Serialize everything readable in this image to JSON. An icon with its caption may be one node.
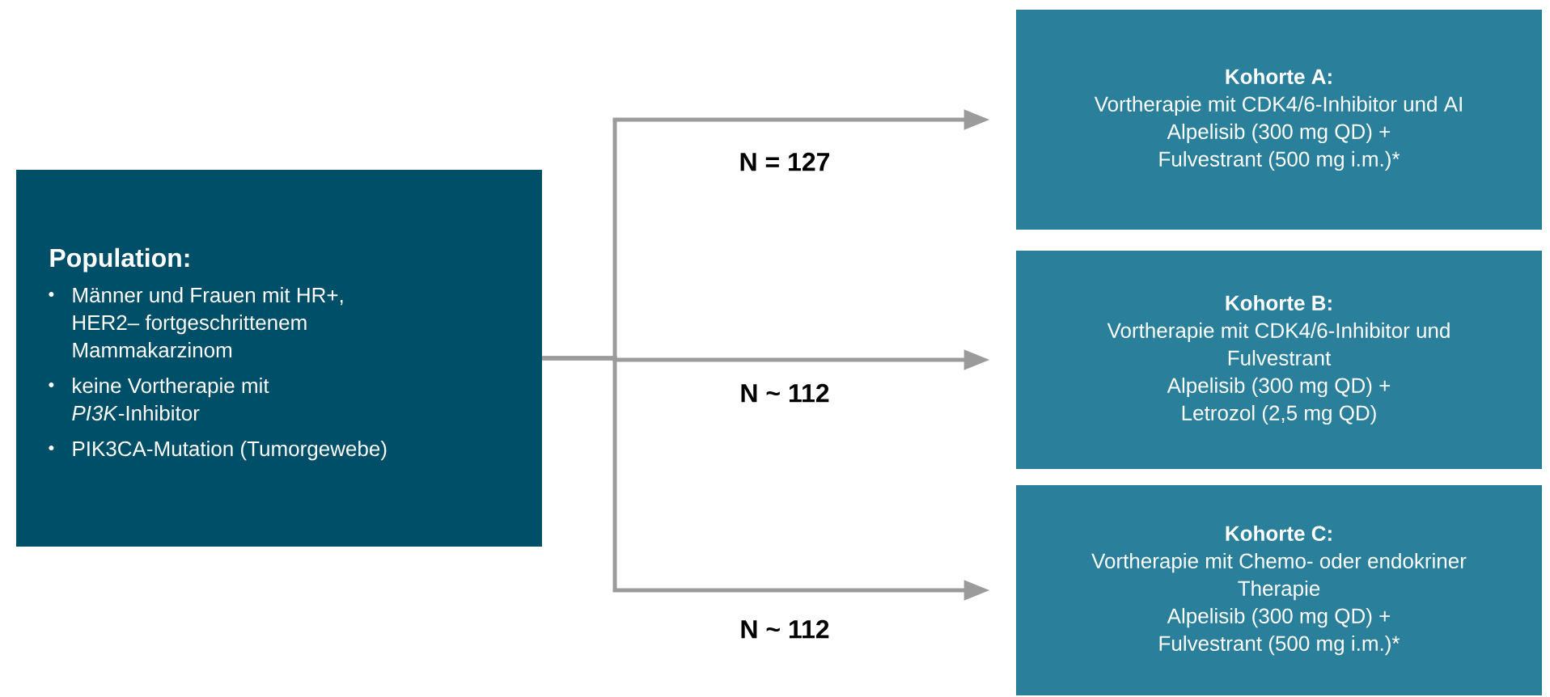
{
  "diagram": {
    "nodes": [
      {
        "text": [
          "Population:",
          "Männer und Frauen mit HR+, HER2– fortgeschrittenem Mammakarzinom",
          "keine Vortherapie mit *PI3K*-Inhibitor",
          "PIK3CA-Mutation (Tumorgewebe)"
        ]
      },
      {
        "text": [
          "Kohorte A:",
          "Vortherapie mit CDK4/6-Inhibitor und AI",
          "Alpelisib (300 mg QD) + Fulvestrant (500 mg i.m.)*"
        ]
      },
      {
        "text": [
          "Kohorte B:",
          "Vortherapie mit CDK4/6-Inhibitor und Fulvestrant",
          "Alpelisib (300 mg QD) + Letrozol (2,5 mg QD)"
        ]
      },
      {
        "text": [
          "Kohorte C:",
          "Vortherapie mit Chemo- oder endokriner Therapie",
          "Alpelisib (300 mg QD) + Fulvestrant (500 mg i.m.)*"
        ]
      }
    ],
    "edges": [
      {
        "from": 0,
        "to": 1,
        "arrow": "to",
        "label": "N = 127"
      },
      {
        "from": 0,
        "to": 2,
        "arrow": "to",
        "label": "N ~ 112"
      },
      {
        "from": 0,
        "to": 3,
        "arrow": "to",
        "label": "N ~ 112"
      }
    ]
  }
}
